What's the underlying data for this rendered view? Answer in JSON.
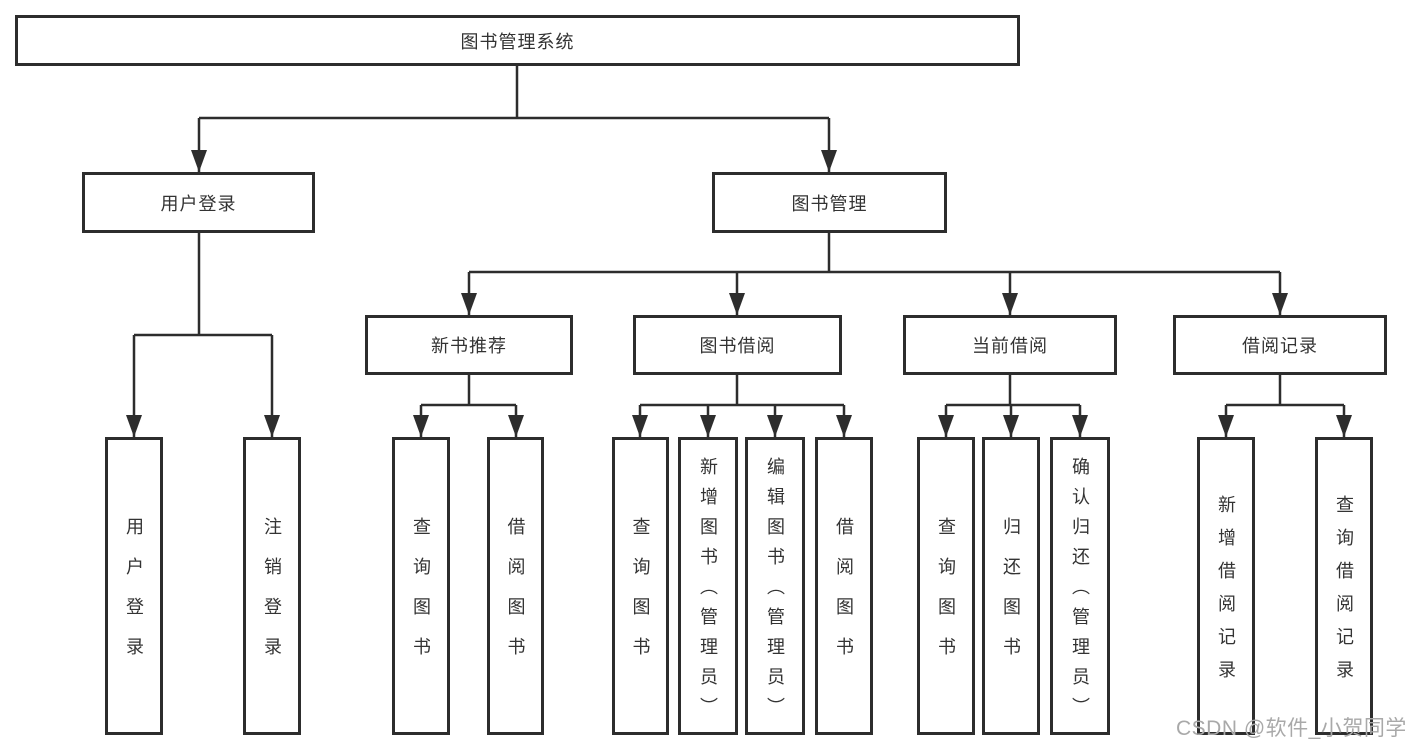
{
  "tree": {
    "label": "图书管理系统",
    "children": [
      {
        "label": "用户登录",
        "children": [
          {
            "label": "用户登录"
          },
          {
            "label": "注销登录"
          }
        ]
      },
      {
        "label": "图书管理",
        "children": [
          {
            "label": "新书推荐",
            "children": [
              {
                "label": "查询图书"
              },
              {
                "label": "借阅图书"
              }
            ]
          },
          {
            "label": "图书借阅",
            "children": [
              {
                "label": "查询图书"
              },
              {
                "label": "新增图书（管理员）"
              },
              {
                "label": "编辑图书（管理员）"
              },
              {
                "label": "借阅图书"
              }
            ]
          },
          {
            "label": "当前借阅",
            "children": [
              {
                "label": "查询图书"
              },
              {
                "label": "归还图书"
              },
              {
                "label": "确认归还（管理员）"
              }
            ]
          },
          {
            "label": "借阅记录",
            "children": [
              {
                "label": "新增借阅记录"
              },
              {
                "label": "查询借阅记录"
              }
            ]
          }
        ]
      }
    ]
  },
  "watermark": {
    "text": "CSDN @软件_小贺同学"
  },
  "colors": {
    "line": "#2d2d2d",
    "box_border": "#2d2d2d",
    "box_fill": "#ffffff",
    "text": "#333333",
    "watermark": "#a9a9a9",
    "background": "#ffffff"
  }
}
